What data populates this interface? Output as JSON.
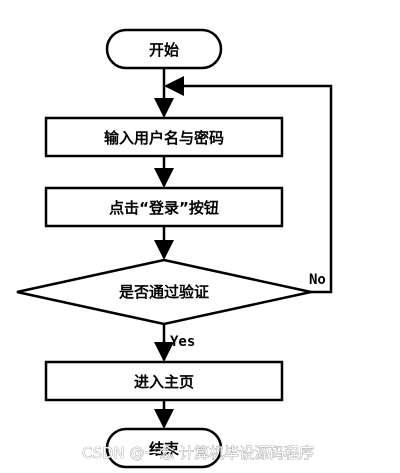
{
  "flowchart": {
    "start": "开始",
    "step_input": "输入用户名与密码",
    "step_click": "点击“登录”按钮",
    "decision": "是否通过验证",
    "step_enter": "进入主页",
    "end": "结束",
    "label_yes": "Yes",
    "label_no": "No"
  },
  "watermark": "CSDN @一念 计算机毕设源码程序"
}
